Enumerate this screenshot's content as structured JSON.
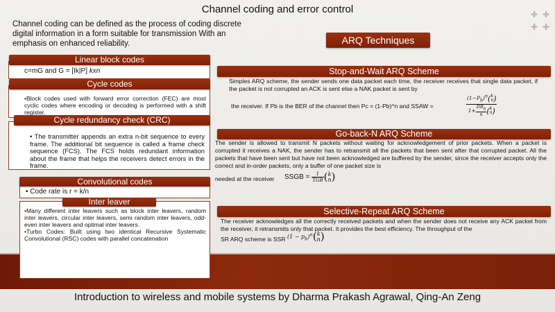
{
  "page": {
    "title": "Channel coding and error control",
    "intro": "Channel coding can be defined as the process of coding discrete digital information in a form suitable for transmission With an emphasis on enhanced reliability.",
    "footer": "Introduction to wireless and mobile systems by Dharma Prakash Agrawal, Qing-An Zeng"
  },
  "left": {
    "linear": {
      "header": "Linear block codes",
      "text_prefix": "c=mG  and G = [Ik|P] ",
      "text_suffix": "kxn"
    },
    "cycle": {
      "header": "Cycle codes",
      "bullet": "•",
      "text": "Block codes used with forward error correction (FEC) are most cyclic codes where encoding or decoding is performed with a shift register."
    },
    "crc": {
      "header": "Cycle redundancy check (CRC)",
      "bullet": "•",
      "text": "The transmitter appends an extra n-bit sequence to every frame. The additional bit sequence is called a frame check sequence (FCS). The FCS holds redundant information about the frame that helps the receivers detect errors in the frame."
    },
    "convolutional": {
      "header": "Convolutional codes",
      "bullet": "•",
      "text": "Code rate is r = k/n"
    },
    "interleaver": {
      "header": "Inter leaver",
      "bullet1": "•",
      "text1": "Many different inter leavers such as block inter leavers, random inter leavers, circular inter leavers, semi random inter leavers, odd-even inter leavers and optimal inter leavers.",
      "bullet2": "•",
      "text2": "Turbo Codes: Built using two identical Recursive Systematic Convolutional (RSC) codes with parallel concatenation"
    }
  },
  "right": {
    "arq_title": "ARQ Techniques",
    "saw": {
      "header": "Stop-and-Wait ARQ Scheme",
      "text": "Simples ARQ scheme, the sender sends one data packet each time, the receiver receives that single data packet, if the packet is not corrupted an ACK is sent else a NAK packet is sent by",
      "line2": "the receiver. If Pb is the BER of the channel then Pc = (1-Pb)^n  and SSAW ="
    },
    "gbn": {
      "header": "Go-back-N ARQ Scheme",
      "text": "The sender is allowed to transmit N packets without waiting for acknowledgement of prior packets. When a packet is corrupted it receives a NAK, the sender has to retransmit all the packets that been sent after that corrupted packet. All the packets that have been sent but have not been acknowledged are buffered by the sender, since the receiver accepts only the correct and in-order packets, only a buffer of one packet size is",
      "line2": "needed at the receiver",
      "formula_label": "SSGB ="
    },
    "sr": {
      "header": "Selective-Repeat ARQ Scheme",
      "text": "The receiver acknowledges all the correctly received packets and when the sender does not receive any ACK packet from the receiver, it retransmits only that packet. It provides the best efficiency. The throughput of the",
      "line2": "SR ARQ scheme is SSR"
    }
  },
  "colors": {
    "header_red": "#8a2a0c",
    "band_red": "#7a200a",
    "box_border": "#9a3a1a",
    "background": "#ecebe8"
  }
}
